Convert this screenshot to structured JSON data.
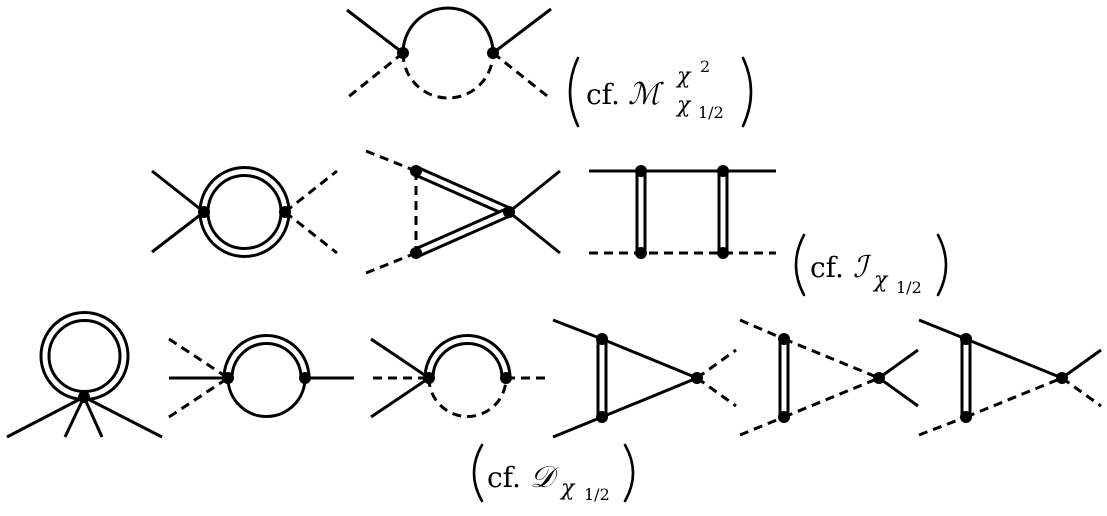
{
  "labels": {
    "top": {
      "prefix": "cf.",
      "symbol": "ℳ",
      "sup_base": "χ",
      "sup_exp": "2",
      "sub_base": "χ",
      "sub_idx": "1/2"
    },
    "middle": {
      "prefix": "cf.",
      "symbol": "ℐ",
      "sub_base": "χ",
      "sub_idx": "1/2"
    },
    "bottom": {
      "prefix": "cf.",
      "symbol": "𝒟",
      "sub_base": "χ",
      "sub_idx": "1/2"
    }
  }
}
